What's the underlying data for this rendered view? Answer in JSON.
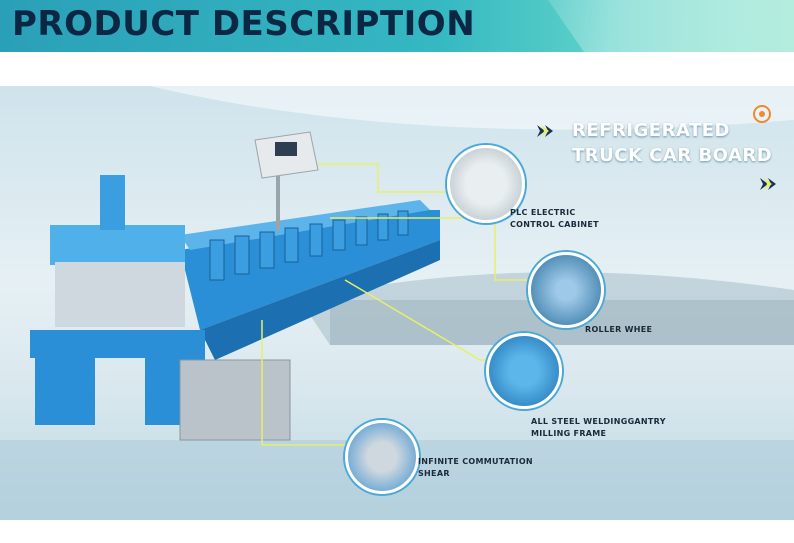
{
  "header": {
    "title": "PRODUCT DESCRIPTION"
  },
  "hero": {
    "title_line1": "REFRIGERATED",
    "title_line2": "TRUCK CAR BOARD"
  },
  "callouts": {
    "plc_line1": "PLC ELECTRIC",
    "plc_line2": "CONTROL CABINET",
    "roller": "ROLLER WHEE",
    "frame_line1": "ALL STEEL WELDINGGANTRY",
    "frame_line2": "MILLING FRAME",
    "shear_line1": "INFINITE COMMUTATION",
    "shear_line2": "SHEAR"
  },
  "colors": {
    "machine_blue": "#2a8fd6",
    "callout_line": "#e8ef6a",
    "header_text": "#0c2744"
  }
}
